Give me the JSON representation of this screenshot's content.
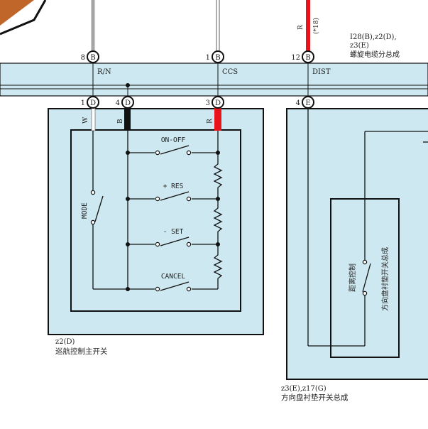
{
  "colors": {
    "panel": "#cde8f0",
    "wire": "#111111",
    "gray_wire": "#a6a6a6",
    "red_wire": "#e8141c",
    "black_wire": "#111111",
    "brown_part": "#c0662a"
  },
  "top_connectors": [
    {
      "pin": "8",
      "letter": "B",
      "signal": "R/N"
    },
    {
      "pin": "1",
      "letter": "B",
      "signal": "CCS"
    },
    {
      "pin": "12",
      "letter": "B",
      "signal": "DIST"
    }
  ],
  "top_wire_colors": {
    "dist_wire": "R",
    "dist_note": "(*18)"
  },
  "spiral_cable": {
    "ref_line1": "I28(B),z2(D),",
    "ref_line2": "z3(E)",
    "name": "螺旋电缆分总成"
  },
  "bottom_connectors": [
    {
      "pin": "1",
      "letter": "D",
      "wire_color": "W"
    },
    {
      "pin": "4",
      "letter": "D",
      "wire_color": "B"
    },
    {
      "pin": "3",
      "letter": "D",
      "wire_color": "R"
    },
    {
      "pin": "4",
      "letter": "E",
      "wire_color": ""
    }
  ],
  "switches": {
    "mode": "MODE",
    "on_off": "ON-OFF",
    "res": "+ RES",
    "set": "- SET",
    "cancel": "CANCEL",
    "distance": "距离控制"
  },
  "main_switch": {
    "ref": "z2(D)",
    "name": "巡航控制主开关"
  },
  "pad_switch": {
    "inner_name": "方向盘衬垫开关总成",
    "ref": "z3(E),z17(G)",
    "name": "方向盘衬垫开关总成"
  }
}
